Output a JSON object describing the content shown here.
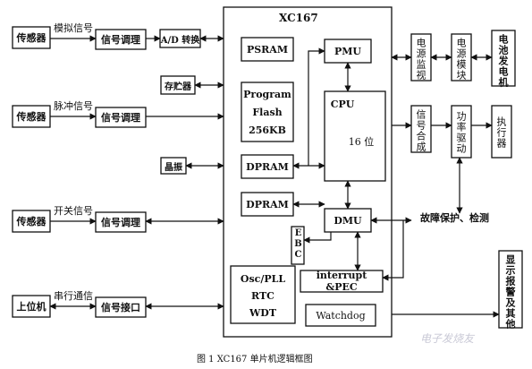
{
  "diagram": {
    "chip": "XC167",
    "left_sensors": [
      "传感器",
      "传感器",
      "传感器"
    ],
    "host": "上位机",
    "signals": [
      "模拟信号",
      "脉冲信号",
      "开关信号",
      "串行通信"
    ],
    "conditioners": [
      "信号调理",
      "信号调理",
      "信号调理"
    ],
    "serial_interface": "信号接口",
    "adc": "A/D 转换",
    "memory": "存贮器",
    "crystal": "晶振",
    "psram": "PSRAM",
    "program_flash": [
      "Program",
      "Flash",
      "256KB"
    ],
    "dpram_1": "DPRAM",
    "dpram_2": "DPRAM",
    "pmu": "PMU",
    "cpu_title": "CPU",
    "cpu_bits": "16 位",
    "dmu": "DMU",
    "ebc": "EBC",
    "osc_block": [
      "Osc/PLL",
      "RTC",
      "WDT"
    ],
    "interrupt": "interrupt &PEC",
    "watchdog": "Watchdog",
    "power_monitor": "电源监视",
    "power_module": "电源模块",
    "battery": "电池发电机",
    "signal_synth": "信号合成",
    "power_drive": "功率驱动",
    "actuator": "执行器",
    "fault_protect": "故障保护、检测",
    "display_alarm": "显示报警及其他",
    "caption": "图 1    XC167 单片机逻辑框图",
    "watermark": "电子发烧友"
  }
}
